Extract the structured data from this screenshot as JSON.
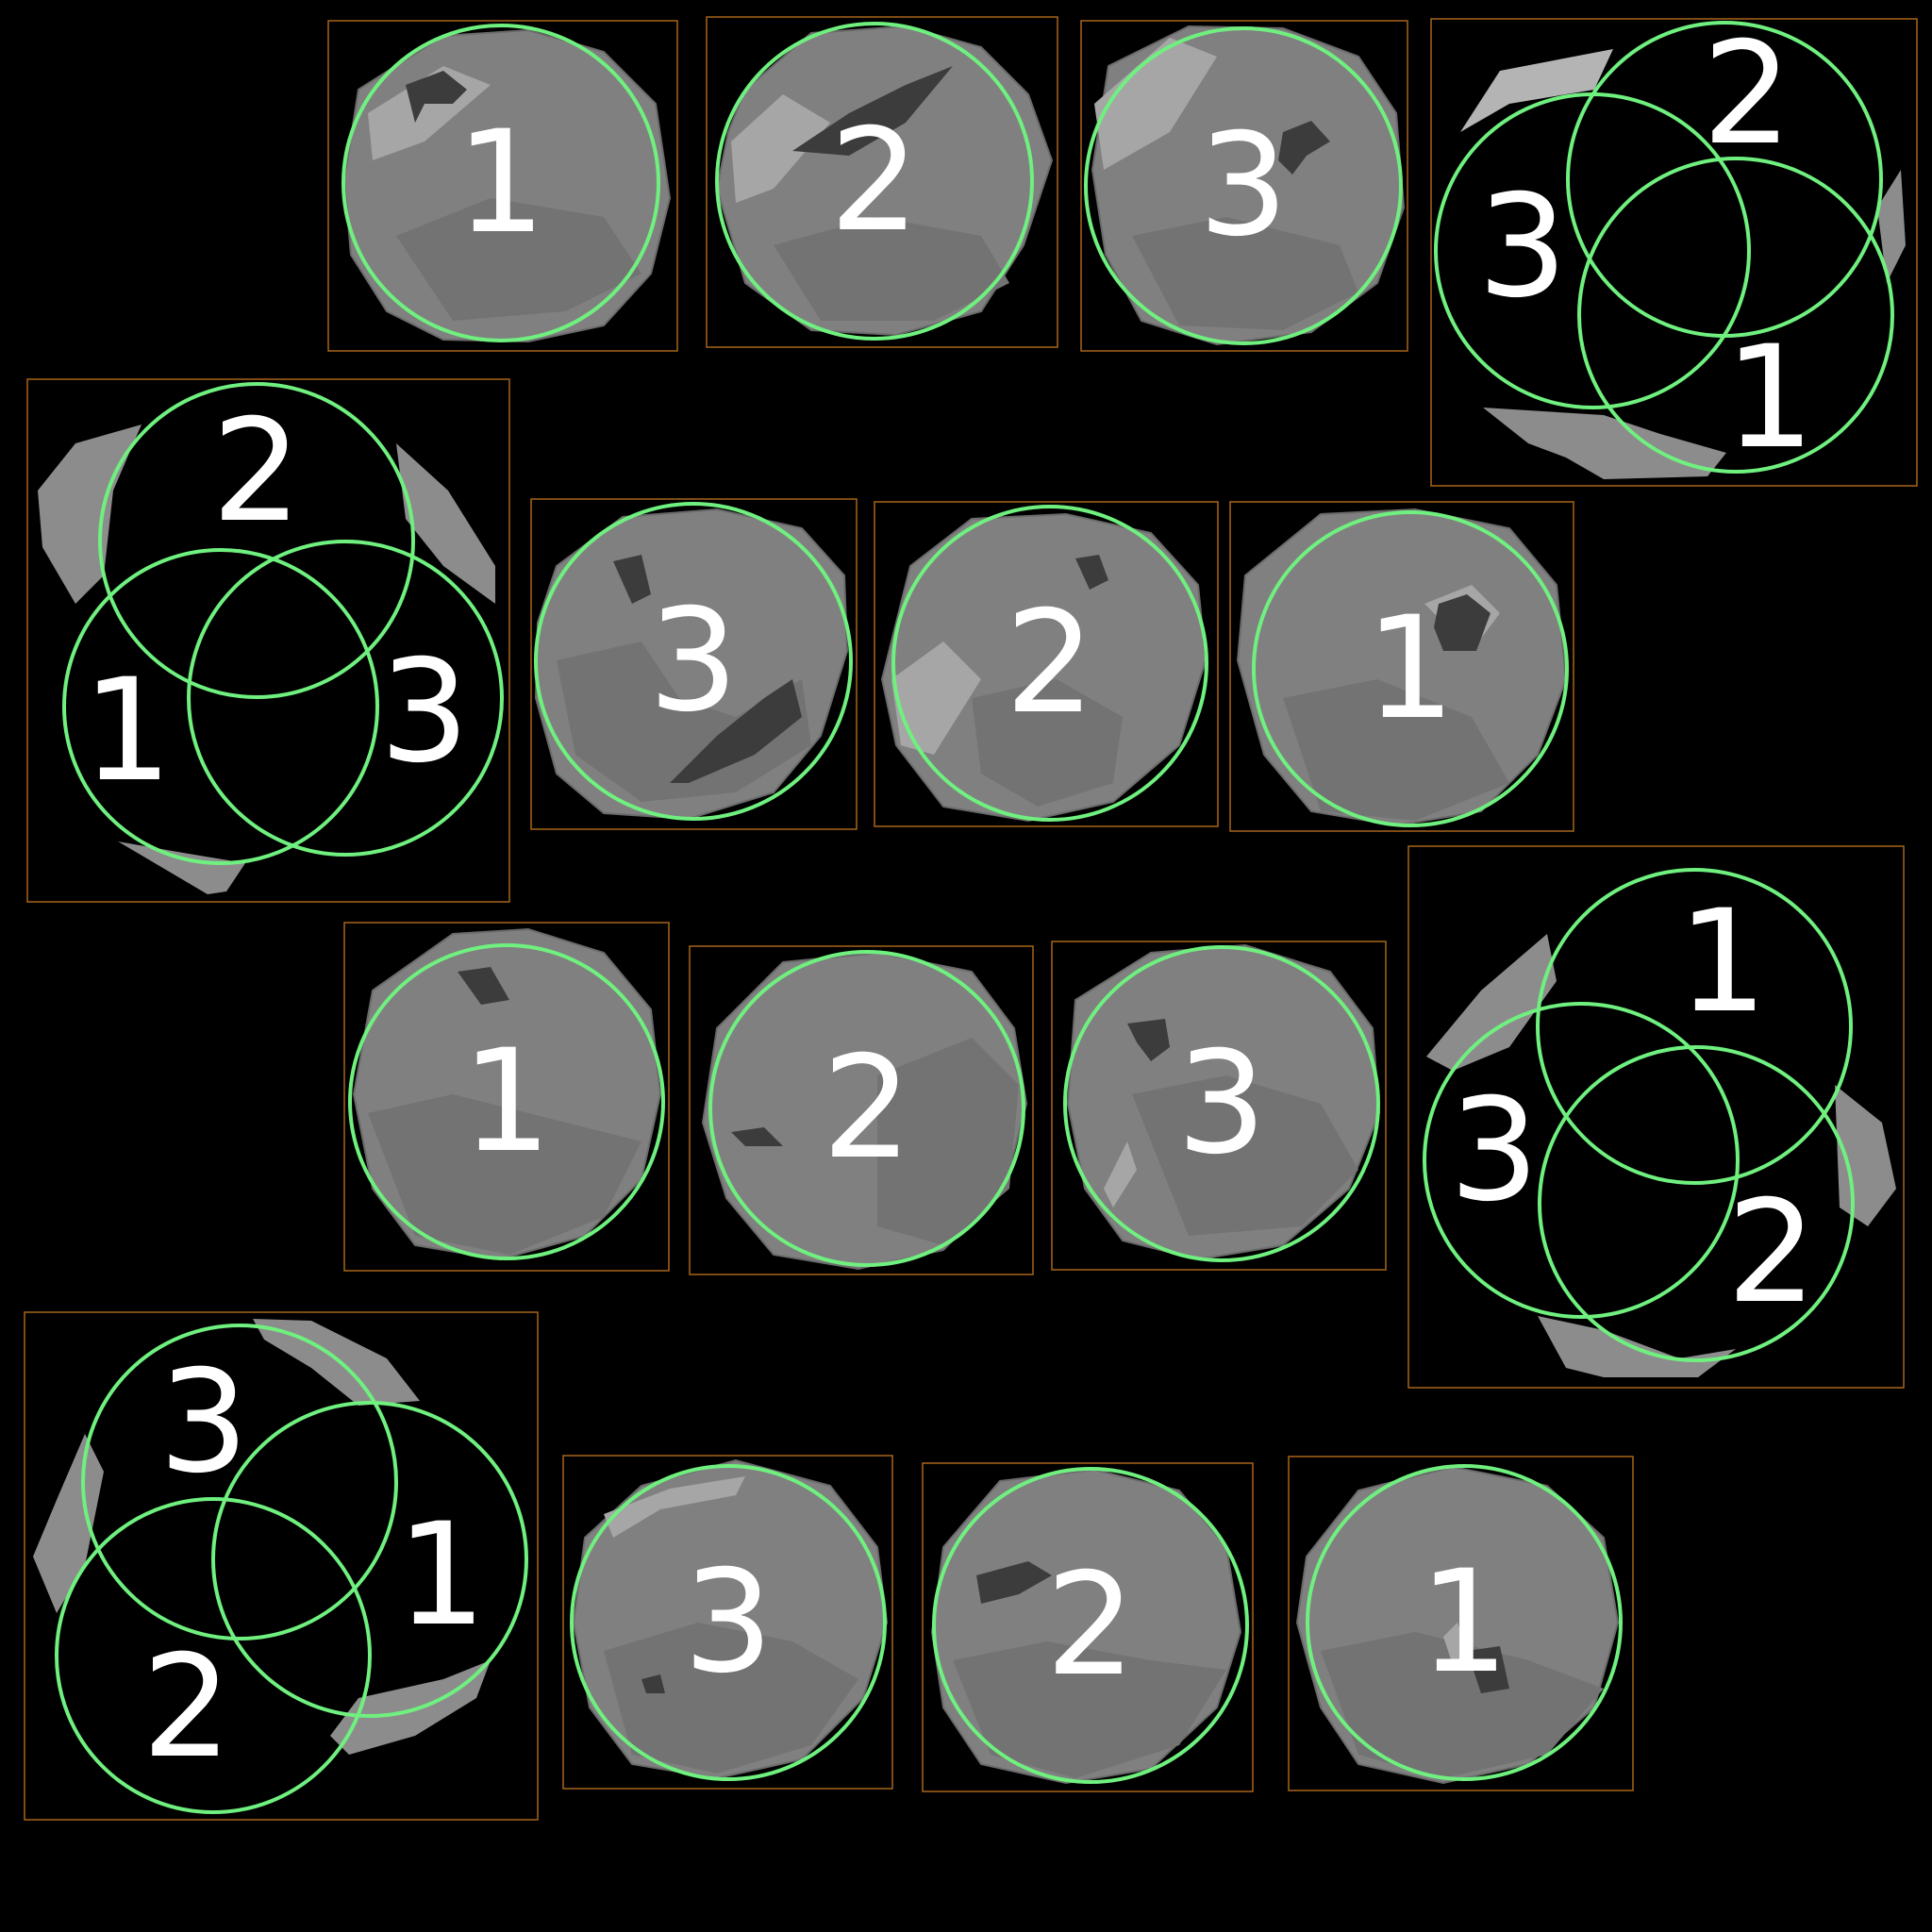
{
  "sheet": {
    "background": "#000000",
    "frame_color": "#a8641a",
    "hit_circle_color": "#6ff07f",
    "label_color": "#ffffff"
  },
  "sprites": [
    {
      "kind": "rock",
      "label": "1"
    },
    {
      "kind": "rock",
      "label": "2"
    },
    {
      "kind": "rock",
      "label": "3"
    },
    {
      "kind": "cluster",
      "labels": [
        "2",
        "3",
        "1"
      ]
    },
    {
      "kind": "cluster",
      "labels": [
        "2",
        "1",
        "3"
      ]
    },
    {
      "kind": "rock",
      "label": "3"
    },
    {
      "kind": "rock",
      "label": "2"
    },
    {
      "kind": "rock",
      "label": "1"
    },
    {
      "kind": "rock",
      "label": "1"
    },
    {
      "kind": "rock",
      "label": "2"
    },
    {
      "kind": "rock",
      "label": "3"
    },
    {
      "kind": "cluster",
      "labels": [
        "1",
        "3",
        "2"
      ]
    },
    {
      "kind": "cluster",
      "labels": [
        "3",
        "1",
        "2"
      ]
    },
    {
      "kind": "rock",
      "label": "3"
    },
    {
      "kind": "rock",
      "label": "2"
    },
    {
      "kind": "rock",
      "label": "1"
    }
  ]
}
